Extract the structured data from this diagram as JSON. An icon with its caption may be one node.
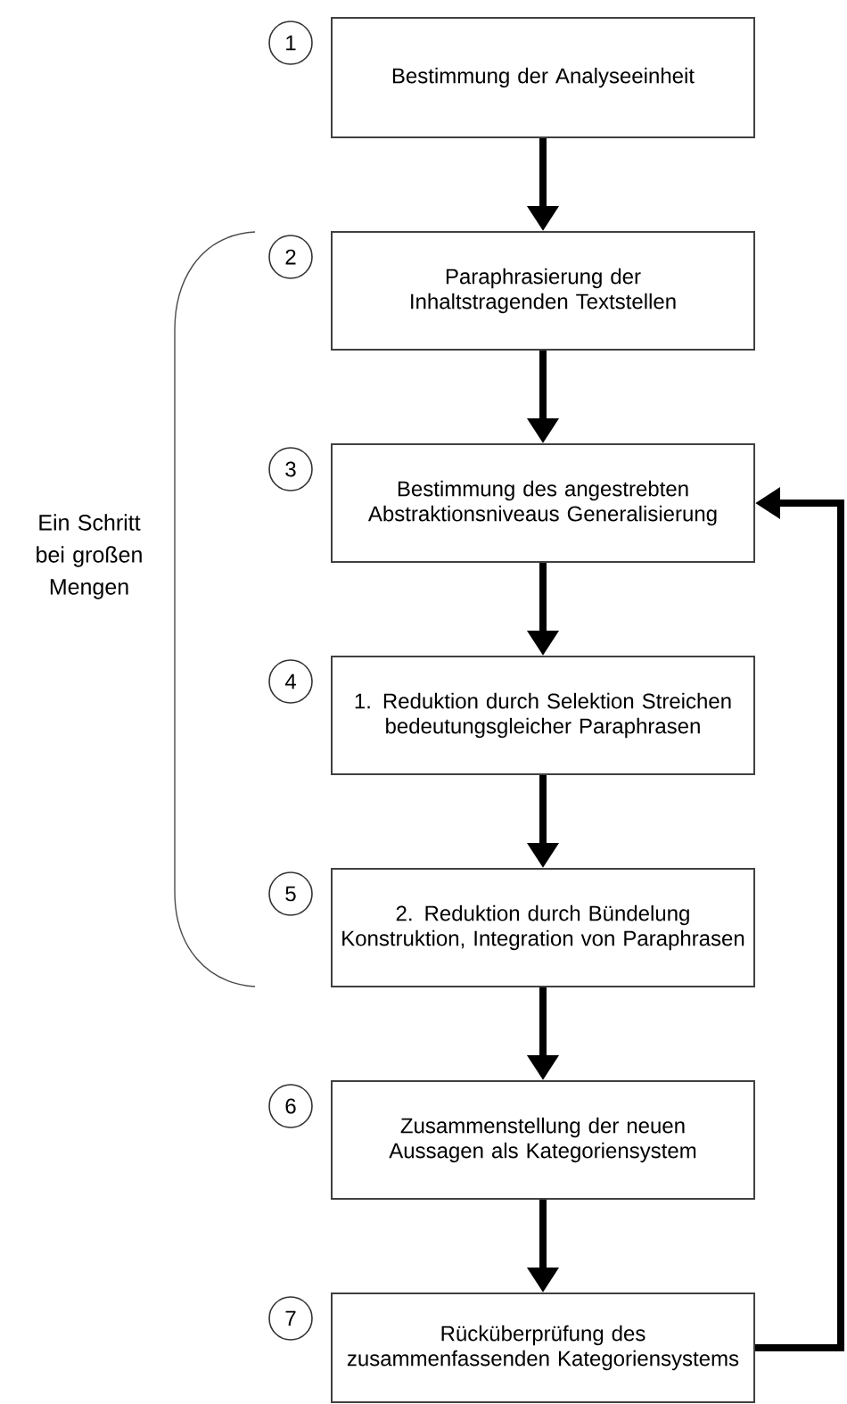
{
  "diagram": {
    "nodes": [
      {
        "text": [
          "Bestimmung der Analyseeinheit"
        ],
        "beside": [
          "1"
        ]
      },
      {
        "text": [
          "Paraphrasierung der Inhaltstragenden Textstellen"
        ],
        "beside": [
          "2"
        ]
      },
      {
        "text": [
          "Bestimmung des angestrebten Abstraktionsniveaus Generalisierung"
        ],
        "beside": [
          "3"
        ]
      },
      {
        "text": [
          "1. Reduktion durch Selektion Streichen bedeutungsgleicher Paraphrasen"
        ],
        "beside": [
          "4"
        ]
      },
      {
        "text": [
          "2. Reduktion durch Bündelung Konstruktion, Integration von Paraphrasen"
        ],
        "beside": [
          "5"
        ]
      },
      {
        "text": [
          "Zusammenstellung der neuen Aussagen als Kategoriensystem"
        ],
        "beside": [
          "6"
        ]
      },
      {
        "text": [
          "Rücküberprüfung des zusammenfassenden Kategoriensystems"
        ],
        "beside": [
          "7"
        ]
      }
    ],
    "edges": [
      {
        "from": 0,
        "to": 1,
        "arrow": "to"
      },
      {
        "from": 1,
        "to": 2,
        "arrow": "to"
      },
      {
        "from": 2,
        "to": 3,
        "arrow": "to"
      },
      {
        "from": 3,
        "to": 4,
        "arrow": "to"
      },
      {
        "from": 4,
        "to": 5,
        "arrow": "to"
      },
      {
        "from": 5,
        "to": 6,
        "arrow": "to"
      },
      {
        "from": 6,
        "to": 2,
        "arrow": "to"
      }
    ],
    "labels": [
      "Ein Schritt bei großen Mengen"
    ]
  }
}
